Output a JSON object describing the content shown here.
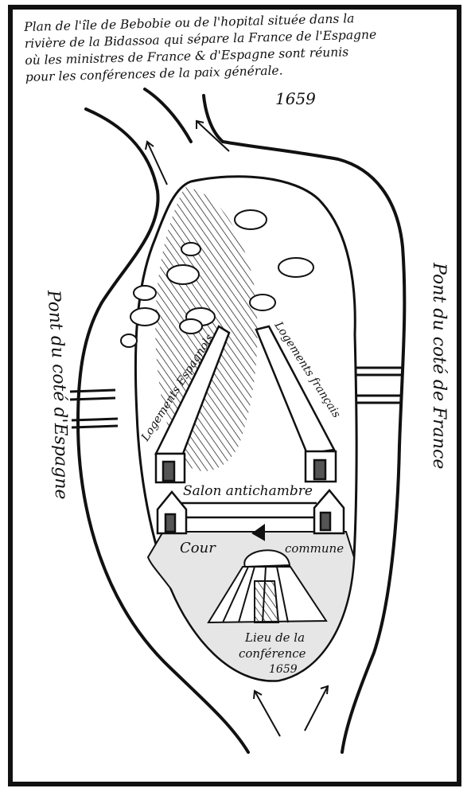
{
  "title_lines": [
    "Plan de l'île de Bebobie ou de l'hopital située dans la",
    "rivière de la Bidassoa qui sépare la France de l'Espagne",
    "où les ministres de France & d'Espagne sont réunis",
    "pour les conférences de la paix générale."
  ],
  "year": "1659",
  "labels": {
    "pont_espagne": "Pont du coté d'Espagne",
    "pont_france": "Pont du coté de France",
    "logements_espagnols": "Logements Espagnols",
    "logements_francais": "Logements français",
    "salon": "Salon antichambre",
    "cour": "Cour",
    "commune": "commune",
    "lieu_line1": "Lieu de la",
    "lieu_line2": "conférence",
    "lieu_year": "1659"
  },
  "colors": {
    "ink": "#111111",
    "courtyard": "#e6e6e6",
    "paper": "#ffffff"
  }
}
